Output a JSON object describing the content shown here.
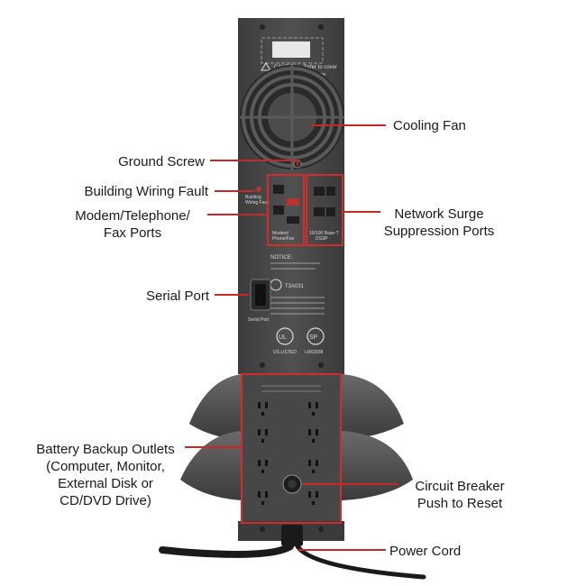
{
  "device": {
    "caution_label": "CAUTION - Refer to cover of unit for safety markings",
    "modem_port_label": "Modem/ Phone/Fax",
    "network_port_label": "10/100 Base-T DSSP",
    "wiring_fault_label": "Building Wiring Fault",
    "serial_port_label": "Serial Port",
    "notice_label": "NOTICE:",
    "cert_code": "T3A031",
    "ul_text": "US LISTED",
    "csa_text": "LR63938"
  },
  "callouts": {
    "cooling_fan": "Cooling Fan",
    "ground_screw": "Ground Screw",
    "building_wiring_fault": "Building Wiring Fault",
    "modem_ports": [
      "Modem/Telephone/",
      "Fax Ports"
    ],
    "network_surge": [
      "Network Surge",
      "Suppression Ports"
    ],
    "serial_port": "Serial Port",
    "battery_outlets": [
      "Battery Backup Outlets",
      "(Computer, Monitor,",
      "External Disk or",
      "CD/DVD Drive)"
    ],
    "circuit_breaker": [
      "Circuit Breaker",
      "Push to Reset"
    ],
    "power_cord": "Power Cord"
  },
  "colors": {
    "highlight": "#d42b2b",
    "leader": "#c62828",
    "body": "#4a4a4a",
    "body_dark": "#3a3a3a",
    "text": "#1a1a1a"
  }
}
